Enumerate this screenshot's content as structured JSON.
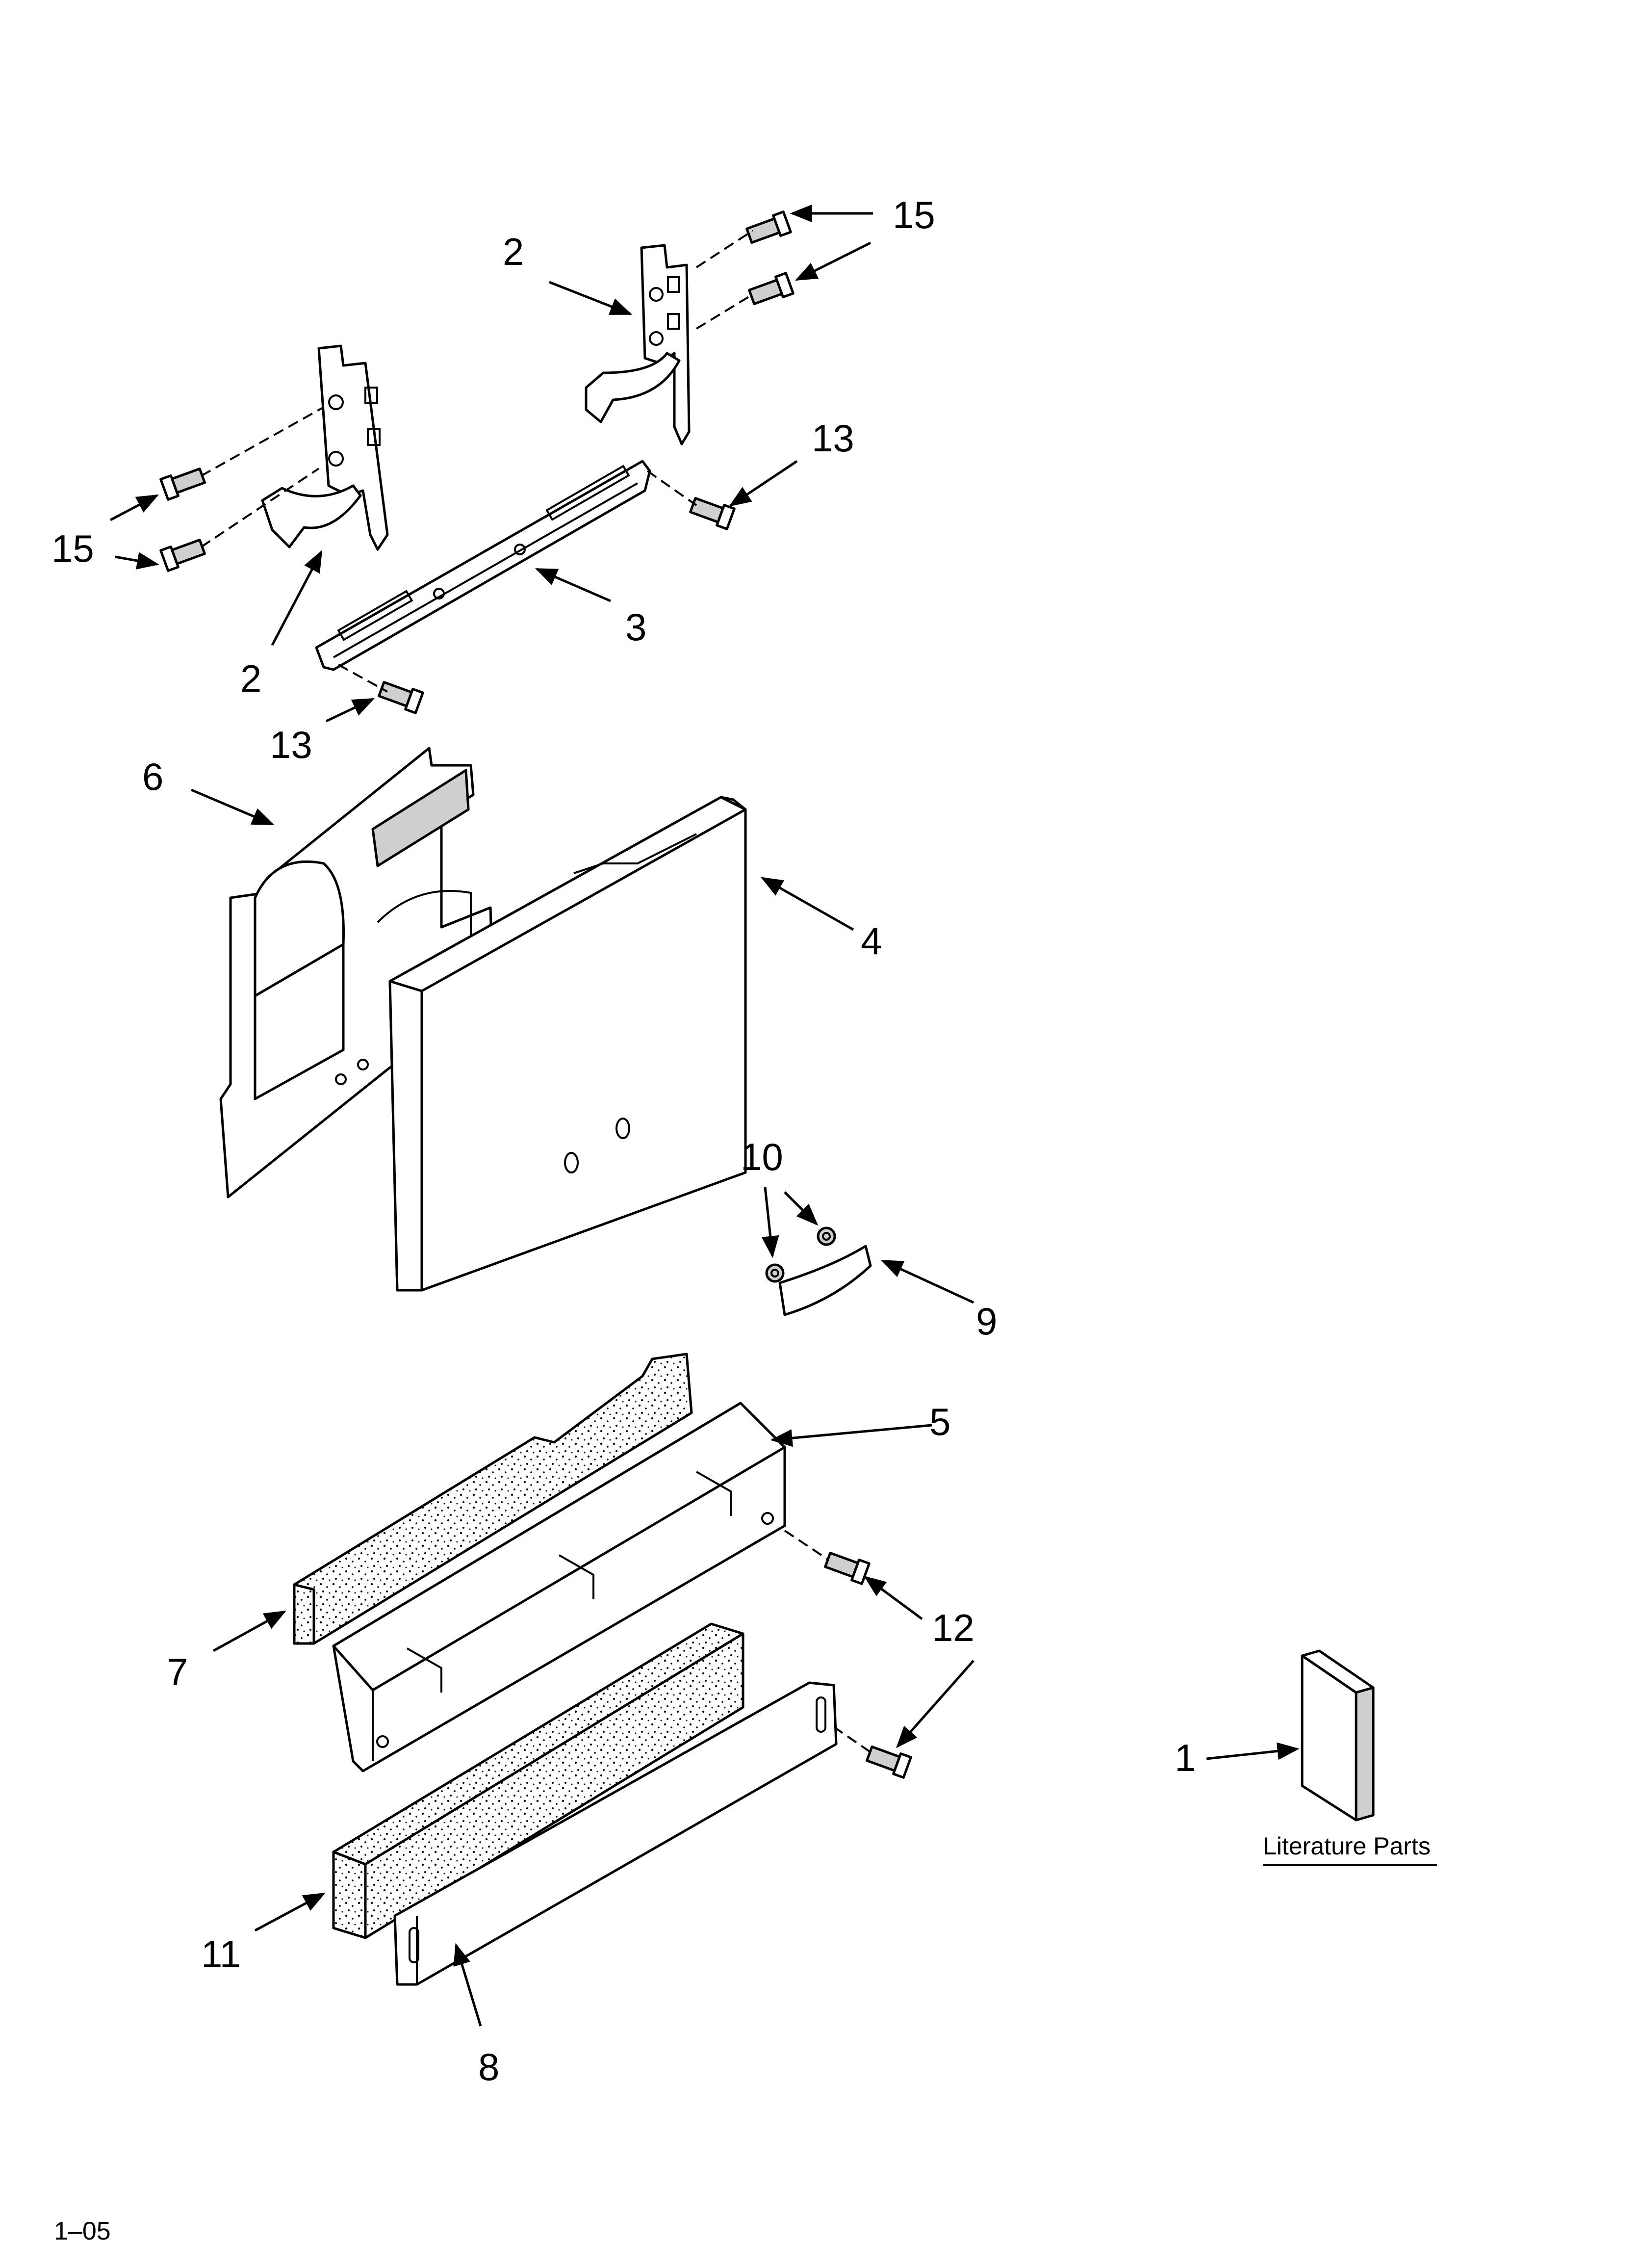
{
  "diagram": {
    "callouts": {
      "c15_top": "15",
      "c2_top": "2",
      "c13_right": "13",
      "c15_left": "15",
      "c2_left": "2",
      "c3": "3",
      "c13_left": "13",
      "c6": "6",
      "c4": "4",
      "c10": "10",
      "c9": "9",
      "c5": "5",
      "c12": "12",
      "c7": "7",
      "c1": "1",
      "c11": "11",
      "c8": "8"
    },
    "literature_label": "Literature Parts",
    "revision": "1–05"
  }
}
